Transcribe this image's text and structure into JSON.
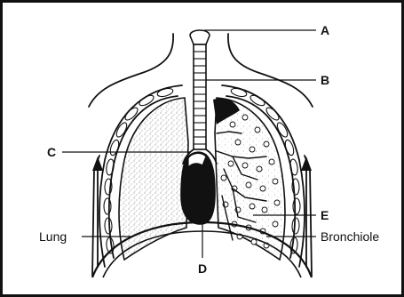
{
  "diagram": {
    "labels": {
      "A": "A",
      "B": "B",
      "C": "C",
      "D": "D",
      "E": "E",
      "lung": "Lung",
      "bronchiole": "Bronchiole"
    }
  }
}
